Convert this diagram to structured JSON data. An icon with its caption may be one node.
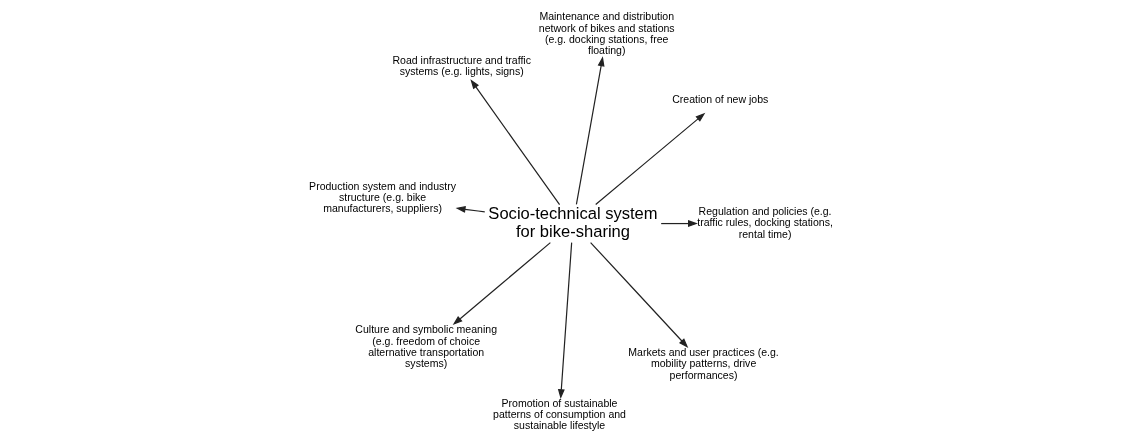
{
  "diagram": {
    "nodes": [
      {
        "text": [
          "Socio-technical system for bike-sharing"
        ]
      },
      {
        "text": [
          "Regulation and policies (e.g. traffic rules, docking stations, rental time)"
        ]
      },
      {
        "text": [
          "Creation of new jobs"
        ]
      },
      {
        "text": [
          "Maintenance and distribution network of bikes and stations (e.g. docking stations, free floating)"
        ]
      },
      {
        "text": [
          "Road infrastructure and traffic systems (e.g. lights, signs)"
        ]
      },
      {
        "text": [
          "Production system and industry structure (e.g. bike manufacturers, suppliers)"
        ]
      },
      {
        "text": [
          "Culture and symbolic meaning (e.g. freedom of choice alternative transportation systems)"
        ]
      },
      {
        "text": [
          "Promotion of sustainable patterns of consumption and sustainable lifestyle"
        ]
      },
      {
        "text": [
          "Markets and user practices (e.g. mobility patterns, drive performances)"
        ]
      }
    ],
    "edges": [
      {
        "from": 0,
        "to": 1,
        "arrow": "to"
      },
      {
        "from": 0,
        "to": 2,
        "arrow": "to"
      },
      {
        "from": 0,
        "to": 3,
        "arrow": "to"
      },
      {
        "from": 0,
        "to": 4,
        "arrow": "to"
      },
      {
        "from": 0,
        "to": 5,
        "arrow": "to"
      },
      {
        "from": 0,
        "to": 6,
        "arrow": "to"
      },
      {
        "from": 0,
        "to": 7,
        "arrow": "to"
      },
      {
        "from": 0,
        "to": 8,
        "arrow": "to"
      }
    ]
  }
}
